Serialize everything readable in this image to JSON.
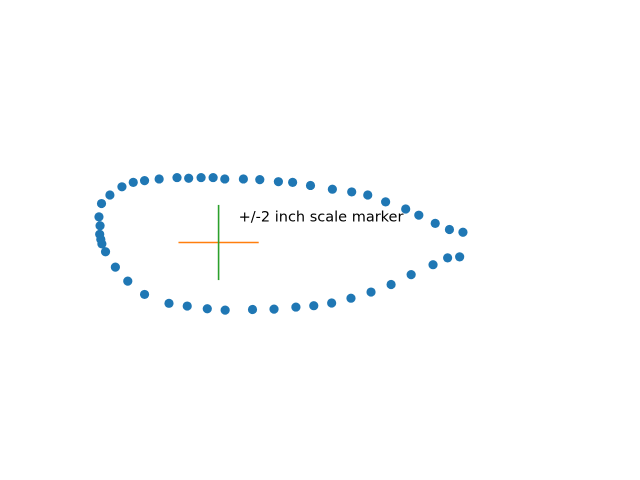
{
  "chart_data": {
    "type": "scatter",
    "title": "",
    "xlabel": "",
    "ylabel": "",
    "axes_visible": false,
    "grid": false,
    "xlim": [
      -3.8,
      9.8
    ],
    "ylim": [
      -5.4,
      5.4
    ],
    "series": [
      {
        "color": "#1f77b4",
        "marker": "circle",
        "points": [
          [
            -3.21,
            1.14
          ],
          [
            -2.98,
            1.39
          ],
          [
            -2.65,
            1.63
          ],
          [
            -2.34,
            1.76
          ],
          [
            -2.03,
            1.81
          ],
          [
            -1.63,
            1.86
          ],
          [
            -1.14,
            1.9
          ],
          [
            -0.82,
            1.88
          ],
          [
            -0.48,
            1.9
          ],
          [
            -0.15,
            1.9
          ],
          [
            0.17,
            1.86
          ],
          [
            0.68,
            1.86
          ],
          [
            1.13,
            1.84
          ],
          [
            1.64,
            1.78
          ],
          [
            2.03,
            1.76
          ],
          [
            2.52,
            1.67
          ],
          [
            3.12,
            1.56
          ],
          [
            3.65,
            1.48
          ],
          [
            4.09,
            1.39
          ],
          [
            4.58,
            1.19
          ],
          [
            5.13,
            0.98
          ],
          [
            5.49,
            0.8
          ],
          [
            5.94,
            0.56
          ],
          [
            6.33,
            0.38
          ],
          [
            6.7,
            0.3
          ],
          [
            6.61,
            -0.42
          ],
          [
            6.28,
            -0.45
          ],
          [
            5.88,
            -0.65
          ],
          [
            5.28,
            -0.94
          ],
          [
            4.73,
            -1.23
          ],
          [
            4.18,
            -1.45
          ],
          [
            3.63,
            -1.63
          ],
          [
            3.1,
            -1.77
          ],
          [
            2.61,
            -1.85
          ],
          [
            2.12,
            -1.89
          ],
          [
            1.52,
            -1.95
          ],
          [
            0.93,
            -1.96
          ],
          [
            0.18,
            -1.98
          ],
          [
            -0.31,
            -1.94
          ],
          [
            -0.86,
            -1.86
          ],
          [
            -1.36,
            -1.78
          ],
          [
            -2.03,
            -1.52
          ],
          [
            -2.49,
            -1.13
          ],
          [
            -2.83,
            -0.72
          ],
          [
            -3.1,
            -0.27
          ],
          [
            -3.2,
            -0.04
          ],
          [
            -3.23,
            0.09
          ],
          [
            -3.26,
            0.24
          ],
          [
            -3.25,
            0.49
          ],
          [
            -3.28,
            0.75
          ]
        ]
      },
      {
        "color": "#ff7f0e",
        "marker": "line",
        "points": [
          [
            -1.1,
            0.0
          ],
          [
            1.1,
            0.0
          ]
        ]
      },
      {
        "color": "#2ca02c",
        "marker": "line",
        "points": [
          [
            0.0,
            -1.1
          ],
          [
            0.0,
            1.1
          ]
        ]
      }
    ],
    "annotations": [
      {
        "text": "+/-2 inch scale marker",
        "x": 0.55,
        "y": 0.62,
        "color": "#000000"
      }
    ]
  }
}
